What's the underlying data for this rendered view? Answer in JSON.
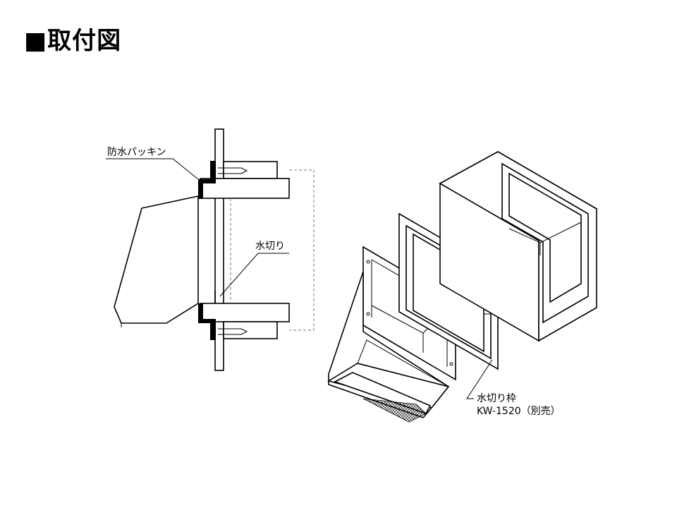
{
  "title": "■取付図",
  "labels": {
    "packing": "防水パッキン",
    "drip": "水切り",
    "frame_name": "水切り枠",
    "frame_model": "KW-1520（別売）"
  }
}
